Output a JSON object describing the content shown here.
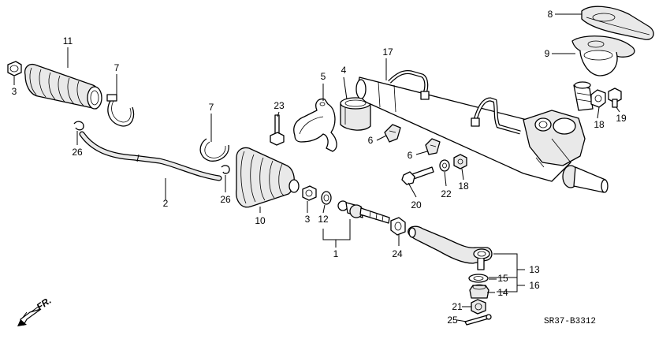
{
  "diagram": {
    "code": "SR37-B3312",
    "direction_label": "FR.",
    "callouts": [
      {
        "id": "c1",
        "text": "1"
      },
      {
        "id": "c2",
        "text": "2"
      },
      {
        "id": "c3a",
        "text": "3"
      },
      {
        "id": "c3b",
        "text": "3"
      },
      {
        "id": "c4",
        "text": "4"
      },
      {
        "id": "c5",
        "text": "5"
      },
      {
        "id": "c6a",
        "text": "6"
      },
      {
        "id": "c6b",
        "text": "6"
      },
      {
        "id": "c7a",
        "text": "7"
      },
      {
        "id": "c7b",
        "text": "7"
      },
      {
        "id": "c8",
        "text": "8"
      },
      {
        "id": "c9",
        "text": "9"
      },
      {
        "id": "c10",
        "text": "10"
      },
      {
        "id": "c11",
        "text": "11"
      },
      {
        "id": "c12",
        "text": "12"
      },
      {
        "id": "c13",
        "text": "13"
      },
      {
        "id": "c14",
        "text": "14"
      },
      {
        "id": "c15",
        "text": "15"
      },
      {
        "id": "c16",
        "text": "16"
      },
      {
        "id": "c17",
        "text": "17"
      },
      {
        "id": "c18a",
        "text": "18"
      },
      {
        "id": "c18b",
        "text": "18"
      },
      {
        "id": "c19",
        "text": "19"
      },
      {
        "id": "c20",
        "text": "20"
      },
      {
        "id": "c21",
        "text": "21"
      },
      {
        "id": "c22",
        "text": "22"
      },
      {
        "id": "c23",
        "text": "23"
      },
      {
        "id": "c24",
        "text": "24"
      },
      {
        "id": "c25",
        "text": "25"
      },
      {
        "id": "c26a",
        "text": "26"
      },
      {
        "id": "c26b",
        "text": "26"
      }
    ]
  }
}
